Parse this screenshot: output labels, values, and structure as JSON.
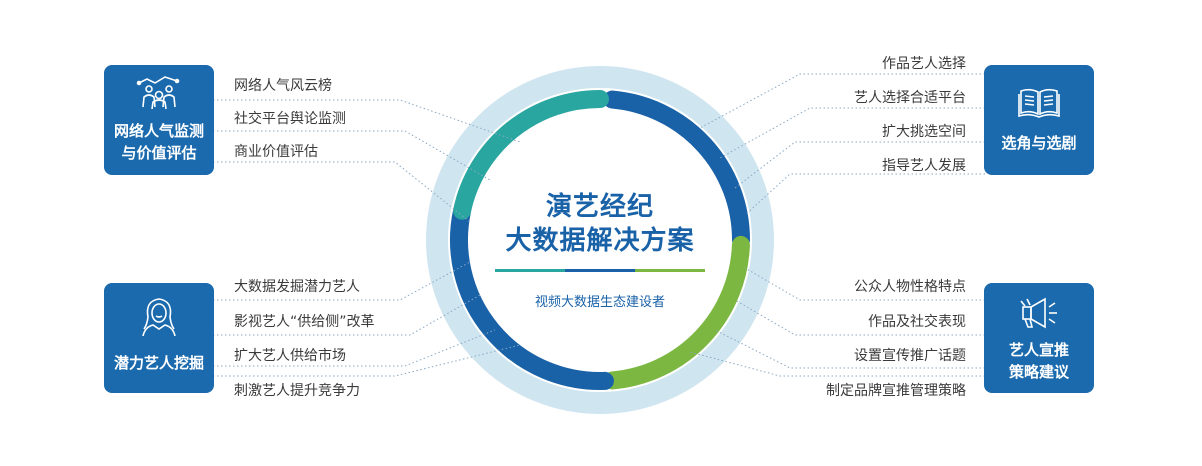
{
  "center": {
    "title_line1": "演艺经纪",
    "title_line2": "大数据解决方案",
    "subtitle": "视频大数据生态建设者"
  },
  "colors": {
    "box": "#1a6aad",
    "ring_outer": "#cfe5f0",
    "arc_blue": "#1a62a8",
    "arc_green": "#7cb742",
    "arc_teal": "#2aa6a0",
    "underline": [
      "#2aa6a0",
      "#1a62a8",
      "#7cb742"
    ]
  },
  "boxes": {
    "top_left": {
      "title_line1": "网络人气监测",
      "title_line2": "与价值评估",
      "icon": "network-people-icon"
    },
    "top_right": {
      "title": "选角与选剧",
      "icon": "book-icon"
    },
    "bottom_left": {
      "title": "潜力艺人挖掘",
      "icon": "artist-portrait-icon"
    },
    "bottom_right": {
      "title_line1": "艺人宣推",
      "title_line2": "策略建议",
      "icon": "megaphone-icon"
    }
  },
  "items": {
    "top_left": [
      "网络人气风云榜",
      "社交平台舆论监测",
      "商业价值评估"
    ],
    "top_right": [
      "作品艺人选择",
      "艺人选择合适平台",
      "扩大挑选空间",
      "指导艺人发展"
    ],
    "bottom_left": [
      "大数据发掘潜力艺人",
      "影视艺人“供给侧”改革",
      "扩大艺人供给市场",
      "刺激艺人提升竞争力"
    ],
    "bottom_right": [
      "公众人物性格特点",
      "作品及社交表现",
      "设置宣传推广话题",
      "制定品牌宣推管理策略"
    ]
  }
}
